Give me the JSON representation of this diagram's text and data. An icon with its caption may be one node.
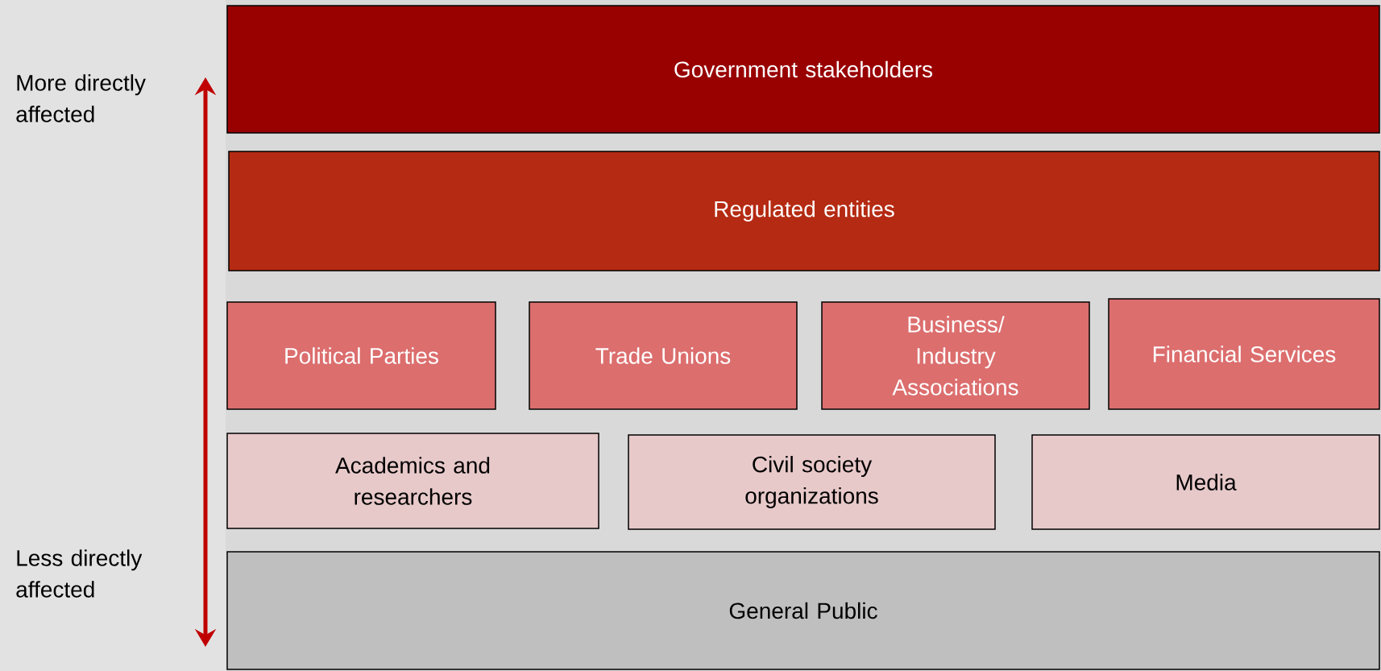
{
  "diagram": {
    "nodes": [
      {
        "text": [
          "Government stakeholders"
        ]
      },
      {
        "text": [
          "Regulated entities"
        ]
      },
      {
        "text": [
          "Political Parties"
        ]
      },
      {
        "text": [
          "Trade Unions"
        ]
      },
      {
        "text": [
          "Business/ Industry Associations"
        ]
      },
      {
        "text": [
          "Financial Services"
        ]
      },
      {
        "text": [
          "Academics and researchers"
        ]
      },
      {
        "text": [
          "Civil society organizations"
        ]
      },
      {
        "text": [
          "Media"
        ]
      },
      {
        "text": [
          "General Public"
        ]
      }
    ],
    "labels": [
      "More directly affected",
      "Less directly affected"
    ]
  }
}
